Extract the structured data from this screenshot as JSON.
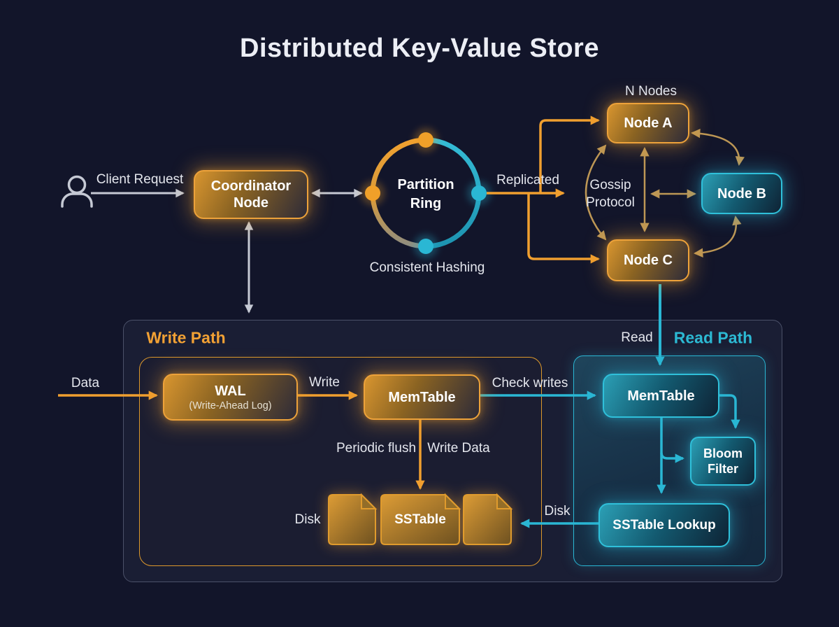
{
  "title": "Distributed Key-Value Store",
  "colors": {
    "background": "#12152a",
    "accent_orange": "#f2a134",
    "accent_cyan": "#2ab7d4",
    "panel_border": "#4b5169",
    "text_light": "#e4e6ed"
  },
  "client": {
    "request_label": "Client Request"
  },
  "coordinator": {
    "line1": "Coordinator",
    "line2": "Node"
  },
  "partition_ring": {
    "line1": "Partition",
    "line2": "Ring",
    "caption": "Consistent Hashing",
    "replicated_label": "Replicated"
  },
  "cluster": {
    "heading": "N Nodes",
    "gossip_line1": "Gossip",
    "gossip_line2": "Protocol",
    "node_a": "Node A",
    "node_b": "Node B",
    "node_c": "Node C"
  },
  "write_path": {
    "title": "Write Path",
    "data_label": "Data",
    "wal_title": "WAL",
    "wal_subtitle": "(Write-Ahead Log)",
    "write_label": "Write",
    "memtable_label": "MemTable",
    "periodic_flush_label": "Periodic flush",
    "write_data_label": "Write Data",
    "disk_label": "Disk",
    "sstable_label": "SSTable"
  },
  "read_path": {
    "title": "Read Path",
    "read_label": "Read",
    "check_writes_label": "Check writes",
    "memtable_label": "MemTable",
    "bloom_line1": "Bloom",
    "bloom_line2": "Filter",
    "sstable_lookup_label": "SSTable Lookup",
    "disk_label": "Disk"
  }
}
